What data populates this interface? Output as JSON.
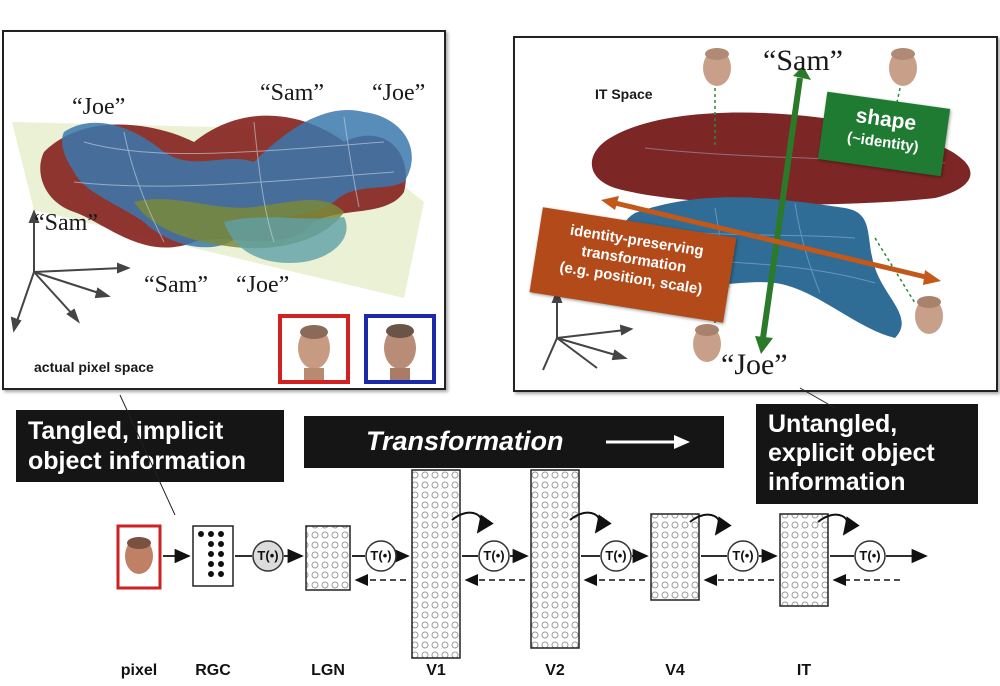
{
  "left_panel": {
    "caption": "actual pixel space",
    "labels": {
      "joe_top_left": "“Joe”",
      "sam_top": "“Sam”",
      "joe_top_right": "“Joe”",
      "sam_left": "“Sam”",
      "sam_bottom": "“Sam”",
      "joe_bottom": "“Joe”"
    },
    "face_box_colors": [
      "#d32020",
      "#1a2aa8"
    ]
  },
  "right_panel": {
    "caption": "IT Space",
    "sam_label": "“Sam”",
    "joe_label": "“Joe”",
    "shape_box": {
      "line1": "shape",
      "line2": "(~identity)",
      "color": "#1f7a32"
    },
    "transform_box": {
      "line1": "identity-preserving",
      "line2": "transformation",
      "line3": "(e.g. position, scale)",
      "color": "#b24a1a"
    }
  },
  "callouts": {
    "tangled_line1": "Tangled, implicit",
    "tangled_line2": "object information",
    "transformation": "Transformation",
    "untangled_line1": "Untangled,",
    "untangled_line2": "explicit object",
    "untangled_line3": "information"
  },
  "pipeline": {
    "node_label": "T(•)",
    "stages": [
      "pixel",
      "RGC",
      "LGN",
      "V1",
      "V2",
      "V4",
      "IT"
    ]
  }
}
